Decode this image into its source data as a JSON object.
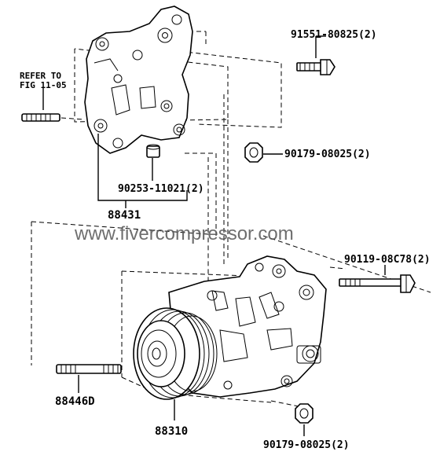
{
  "labels": {
    "bracket_bolt": "91551-80825(2)",
    "bracket_nut": "90179-08025(2)",
    "bracket_pin": "90253-11021(2)",
    "bracket": "88431",
    "compressor_bolt": "90119-08C78(2)",
    "stud_bolt": "88446D",
    "compressor": "88310",
    "compressor_nut": "90179-08025(2)",
    "refer_line1": "REFER TO",
    "refer_line2": "FIG 11-05"
  },
  "watermark": "www.fivercompressor.com"
}
